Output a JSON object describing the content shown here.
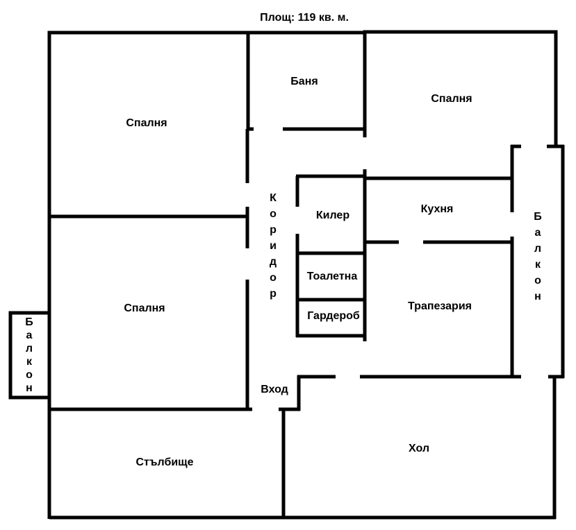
{
  "title": "Площ: 119 кв. м.",
  "rooms": {
    "bedroom_top_left": "Спалня",
    "bathroom": "Баня",
    "bedroom_top_right": "Спалня",
    "corridor": "Коридор",
    "pantry": "Килер",
    "kitchen": "Кухня",
    "balcony_right": "Балкон",
    "bedroom_mid_left": "Спалня",
    "toilet": "Тоалетна",
    "wardrobe": "Гардероб",
    "dining": "Трапезария",
    "balcony_left": "Балкон",
    "entrance": "Вход",
    "stairwell": "Стълбище",
    "living_room": "Хол"
  }
}
